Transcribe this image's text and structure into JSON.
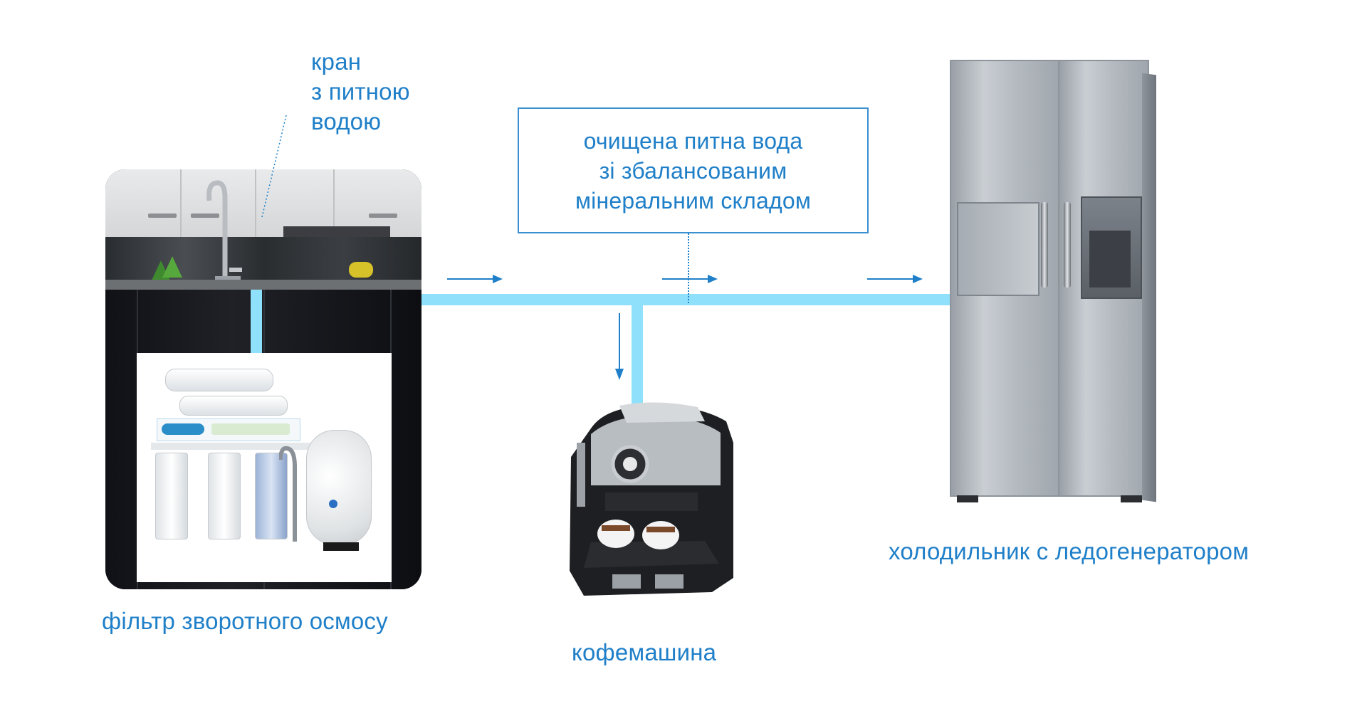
{
  "labels": {
    "faucet_line1": "кран",
    "faucet_line2": "з питною",
    "faucet_line3": "водою",
    "box_line1": "очищена питна вода",
    "box_line2": "зі збалансованим",
    "box_line3": "мінеральним складом",
    "filter": "фільтр зворотного осмосу",
    "coffee": "кофемашина",
    "fridge": "холодильник с ледогенератором"
  },
  "colors": {
    "text": "#1f7fc8",
    "pipe": "#8ee0fb",
    "arrow": "#1f7fc8"
  },
  "icons": [
    "arrow-right-icon",
    "arrow-down-icon"
  ]
}
